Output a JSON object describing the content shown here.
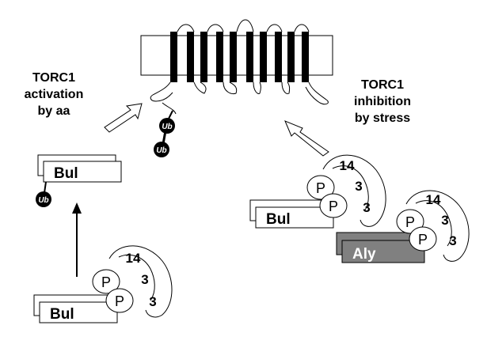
{
  "labels": {
    "left_line1": "TORC1",
    "left_line2": "activation",
    "left_line3": "by aa",
    "right_line1": "TORC1",
    "right_line2": "inhibition",
    "right_line3": "by stress"
  },
  "ub": "Ub",
  "bul": "Bul",
  "aly": "Aly",
  "p": "P",
  "num_14": "14",
  "num_3": "3",
  "colors": {
    "membrane": "#000000",
    "ub_fill": "#000000",
    "aly_fill": "#808080",
    "stroke": "#000000"
  }
}
